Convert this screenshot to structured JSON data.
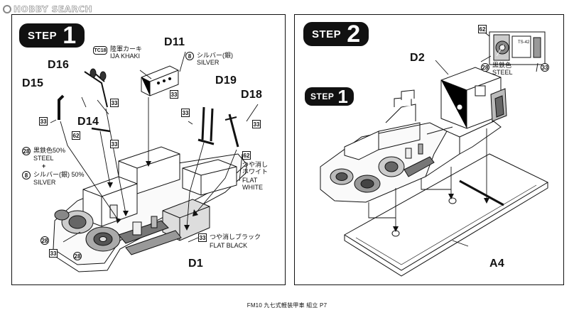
{
  "watermark": {
    "text": "HOBBY SEARCH"
  },
  "footer": {
    "text": "FM10 九七式軽装甲車 組立 P7"
  },
  "step1": {
    "step_word": "STEP",
    "step_num": "1",
    "parts": {
      "d11": "D11",
      "d16": "D16",
      "d15": "D15",
      "d19": "D19",
      "d18": "D18",
      "d14": "D14",
      "d1": "D1"
    },
    "paints": {
      "khaki_code": "TC18",
      "khaki_jp": "陸軍カーキ",
      "khaki_en": "IJA KHAKI",
      "silver_code": "8",
      "silver_jp": "シルバー(銀)",
      "silver_en": "SILVER",
      "mix_line1": "黒鉄色50%",
      "mix_line2": "STEEL",
      "mix_plus": "+",
      "mix_line3": "シルバー(銀) 50%",
      "mix_line4": "SILVER",
      "white_code": "62",
      "white_jp1": "つや消し",
      "white_jp2": "ホワイト",
      "white_en1": "FLAT",
      "white_en2": "WHITE",
      "black_code": "33",
      "black_jp": "つや消しブラック",
      "black_en": "FLAT BLACK",
      "steel_code": "28"
    }
  },
  "step2": {
    "step_word": "STEP",
    "step_num": "2",
    "sub_step_word": "STEP",
    "sub_step_num": "1",
    "parts": {
      "d2": "D2",
      "a4": "A4"
    },
    "paints": {
      "white_code": "62",
      "steel_code": "28",
      "steel_jp": "黒鉄色",
      "steel_en": "STEEL",
      "black_code": "33",
      "inset_text": "TS-42"
    }
  }
}
